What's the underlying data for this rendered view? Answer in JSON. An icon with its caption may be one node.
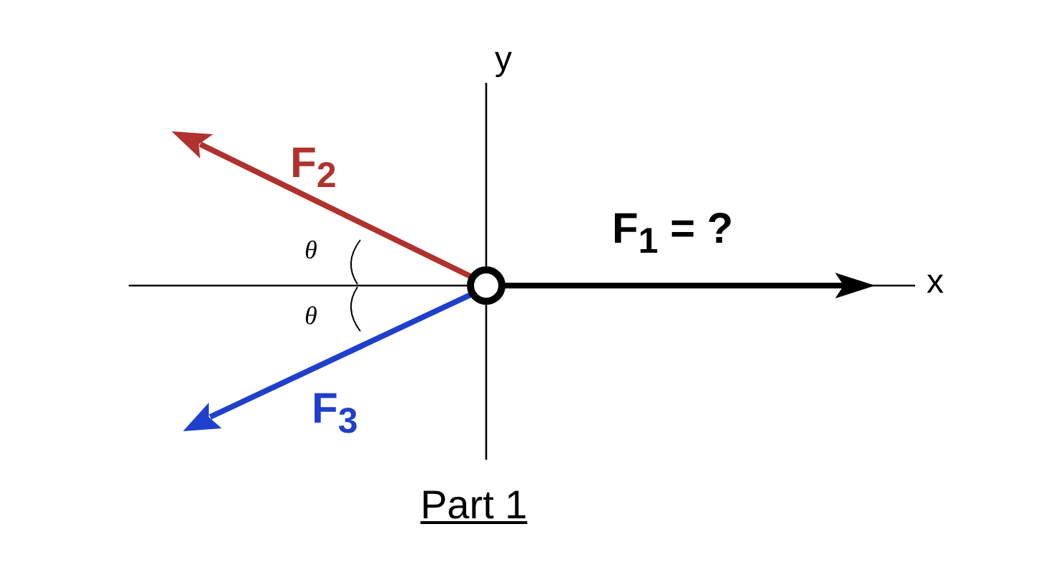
{
  "diagram": {
    "caption": "Part 1",
    "labels": [
      "y",
      "F$_{2}$",
      "θ",
      "F$_{1}$ = ?",
      "x",
      "θ",
      "F$_{3}$"
    ]
  }
}
